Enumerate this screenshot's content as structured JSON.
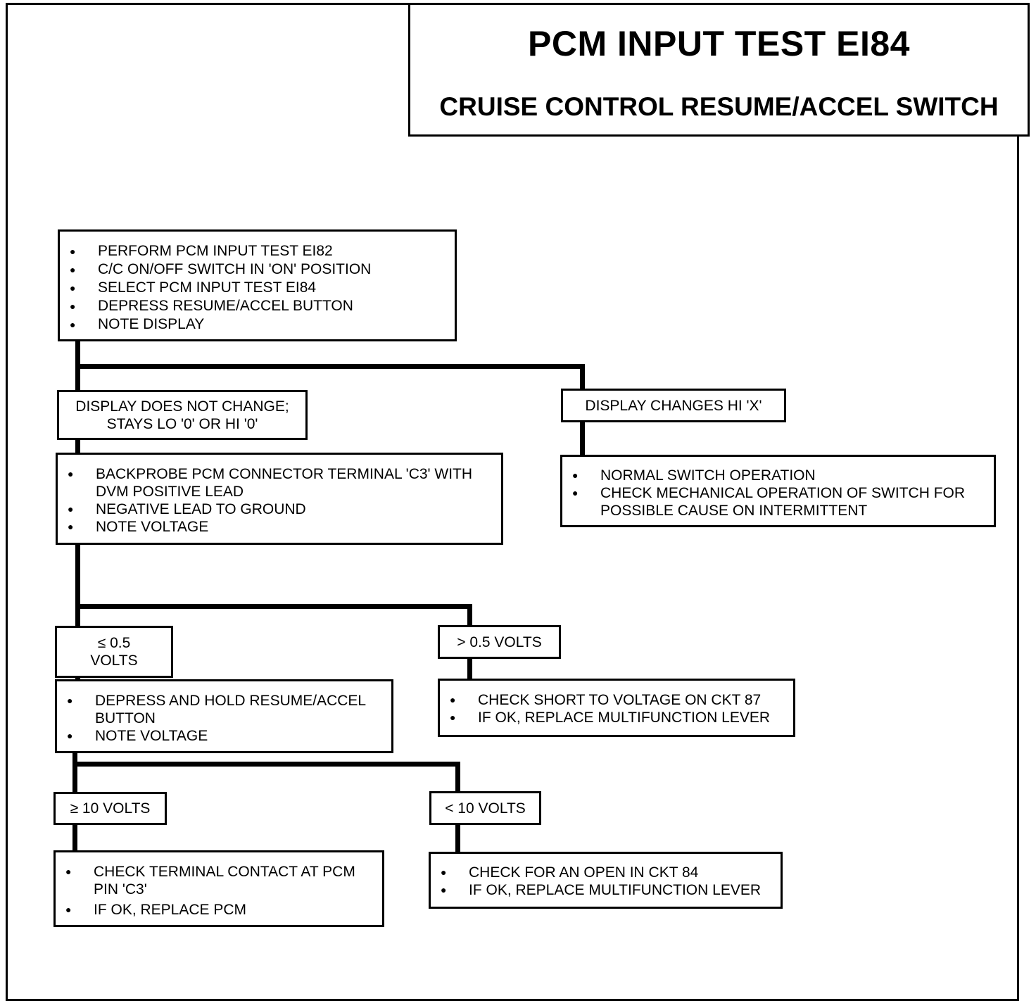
{
  "title": {
    "main": "PCM INPUT TEST EI84",
    "sub": "CRUISE CONTROL RESUME/ACCEL SWITCH"
  },
  "steps": {
    "start": [
      "PERFORM PCM INPUT TEST EI82",
      "C/C ON/OFF SWITCH IN 'ON' POSITION",
      "SELECT PCM INPUT TEST EI84",
      "DEPRESS RESUME/ACCEL BUTTON",
      "NOTE DISPLAY"
    ],
    "no_change_label_1": "DISPLAY DOES NOT CHANGE;",
    "no_change_label_2": "STAYS LO '0' OR HI '0'",
    "changes_label": "DISPLAY CHANGES HI 'X'",
    "backprobe": [
      "BACKPROBE PCM CONNECTOR TERMINAL 'C3' WITH DVM POSITIVE LEAD",
      "NEGATIVE LEAD TO GROUND",
      "NOTE  VOLTAGE"
    ],
    "normal": [
      "NORMAL SWITCH OPERATION",
      "CHECK MECHANICAL OPERATION OF SWITCH FOR POSSIBLE CAUSE ON INTERMITTENT"
    ],
    "le_half_label_1": "≤ 0.5",
    "le_half_label_2": "VOLTS",
    "gt_half_label": "> 0.5 VOLTS",
    "depress_hold": [
      "DEPRESS AND HOLD RESUME/ACCEL BUTTON",
      "NOTE VOLTAGE"
    ],
    "short_check": [
      "CHECK SHORT TO VOLTAGE ON CKT 87",
      "IF OK, REPLACE MULTIFUNCTION LEVER"
    ],
    "ge_ten_label": "≥ 10 VOLTS",
    "lt_ten_label": "< 10 VOLTS",
    "terminal_check": [
      "CHECK TERMINAL CONTACT AT PCM PIN 'C3'",
      "IF OK, REPLACE PCM"
    ],
    "open_check": [
      "CHECK FOR AN OPEN IN CKT 84",
      "IF OK, REPLACE MULTIFUNCTION LEVER"
    ]
  }
}
